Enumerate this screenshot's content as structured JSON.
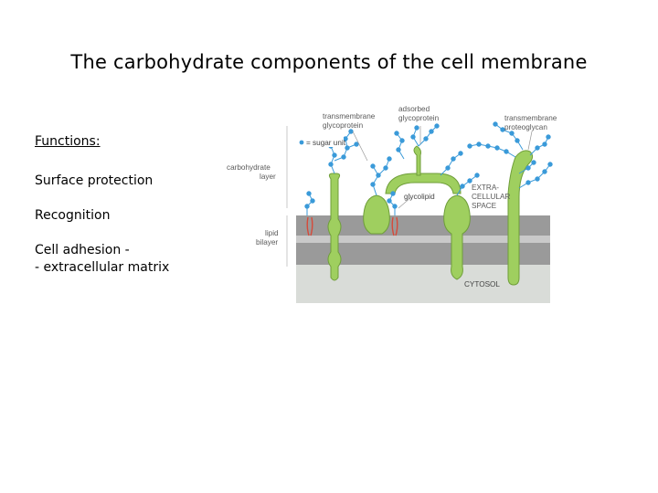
{
  "slide": {
    "title": "The carbohydrate components of the cell membrane"
  },
  "functions": {
    "heading": "Functions:",
    "items": [
      "Surface protection",
      "Recognition",
      "Cell adhesion -",
      "- extracellular matrix"
    ]
  },
  "diagram": {
    "labels": {
      "tm_glyco_1": "transmembrane",
      "tm_glyco_2": "glycoprotein",
      "adsorbed_1": "adsorbed",
      "adsorbed_2": "glycoprotein",
      "tm_proteo_1": "transmembrane",
      "tm_proteo_2": "proteoglycan",
      "sugar_unit": "= sugar unit",
      "carb_layer_1": "carbohydrate",
      "carb_layer_2": "layer",
      "glycolipid": "glycolipid",
      "extracell_1": "EXTRA-",
      "extracell_2": "CELLULAR",
      "extracell_3": "SPACE",
      "lipid_1": "lipid",
      "lipid_2": "bilayer",
      "cytosol": "CYTOSOL"
    },
    "colors": {
      "sugar": "#3a9ad9",
      "protein": "#9fcf5f",
      "protein_outline": "#6f9e3a",
      "bilayer": "#9a9a9a",
      "cytosol": "#d9dcd8",
      "lipid_tail": "#d64a3a"
    }
  }
}
